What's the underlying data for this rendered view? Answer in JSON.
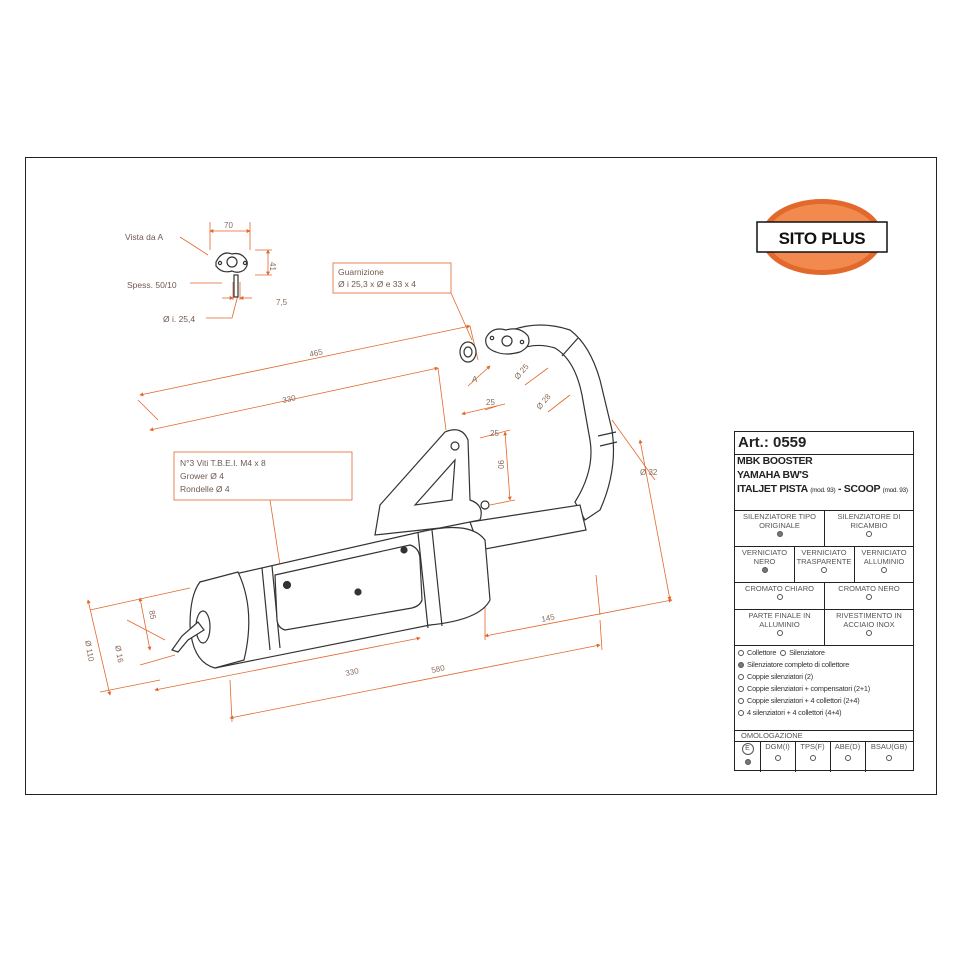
{
  "logo": {
    "text": "SITO PLUS",
    "colors": {
      "ring": "#e2682c",
      "text": "#111111"
    }
  },
  "colors": {
    "dimension": "#e2682c",
    "line": "#333333"
  },
  "view_a": {
    "title": "Vista da A",
    "thickness": "Spess. 50/10",
    "diam": "Ø i. 25,4",
    "dim_70": "70",
    "dim_41": "41",
    "dim_75": "7,5"
  },
  "gasket": {
    "title": "Guarnizione",
    "spec": "Ø i 25,3 x Ø e 33 x 4"
  },
  "screws": {
    "line1": "N°3 Viti T.B.E.I. M4 x 8",
    "line2": "Grower Ø 4",
    "line3": "Rondelle Ø 4"
  },
  "dims": {
    "d465": "465",
    "d330_top": "330",
    "d25_top": "25",
    "dA": "A",
    "dphi25": "Ø 25",
    "dphi28": "Ø 28",
    "d25_side": "25",
    "d90": "90",
    "dphi32": "Ø 32",
    "d145": "145",
    "d85": "85",
    "dphi16": "Ø 16",
    "dphi110": "Ø 110",
    "d330_bottom": "330",
    "d580": "580"
  },
  "spec": {
    "article_label": "Art.:",
    "article_no": "0559",
    "model1": "MBK BOOSTER",
    "model2": "YAMAHA BW'S",
    "model3a": "ITALJET PISTA",
    "model3a_note": "(mod. 93)",
    "model3b": " - SCOOP",
    "model3b_note": "(mod. 93)",
    "silenziatore_orig": "SILENZIATORE TIPO ORIGINALE",
    "silenziatore_ric": "SILENZIATORE DI RICAMBIO",
    "verniciato_nero": "VERNICIATO NERO",
    "verniciato_trasp": "VERNICIATO TRASPARENTE",
    "verniciato_all": "VERNICIATO ALLUMINIO",
    "cromato_chiaro": "CROMATO CHIARO",
    "cromato_nero": "CROMATO NERO",
    "parte_finale": "PARTE FINALE IN ALLUMINIO",
    "rivestimento": "RIVESTIMENTO IN ACCIAIO INOX",
    "opt_collettore": "Collettore",
    "opt_silenziatore": "Silenziatore",
    "opt_completo": "Silenziatore completo di collettore",
    "opt_coppie": "Coppie silenziatori (2)",
    "opt_coppie_comp": "Coppie silenziatori + compensatori (2+1)",
    "opt_coppie_4": "Coppie silenziatori + 4 collettori (2+4)",
    "opt_4sil": "4 silenziatori + 4 collettori (4+4)",
    "omologazione": "OMOLOGAZIONE",
    "om_e": "E",
    "om_dgm": "DGM(I)",
    "om_tps": "TPS(F)",
    "om_abe": "ABE(D)",
    "om_bsau": "BSAU(GB)"
  }
}
